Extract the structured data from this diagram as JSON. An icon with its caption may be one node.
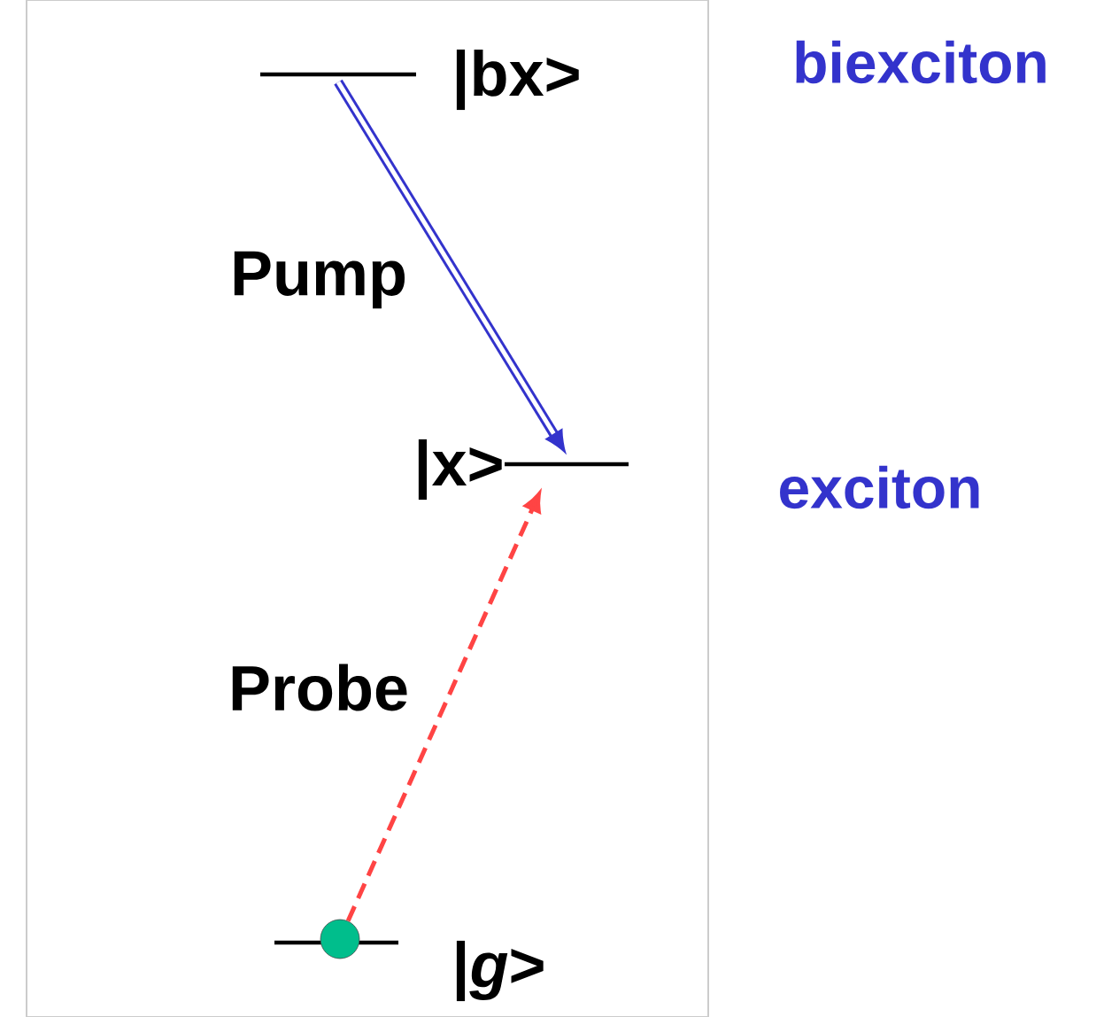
{
  "diagram": {
    "nodes": [
      {
        "text": [],
        "shape": "bar",
        "beside": [
          "|bx>"
        ]
      },
      {
        "text": [],
        "shape": "bar",
        "beside": [
          "|x>"
        ]
      },
      {
        "text": [],
        "shape": "bar",
        "beside": [
          "|*g*>"
        ]
      },
      {
        "text": [],
        "shape": "circle"
      }
    ],
    "edges": [
      {
        "from": 0,
        "to": 1,
        "arrow": "to",
        "label": "Pump",
        "style": "thick",
        "color": "#3333cc"
      },
      {
        "from": 3,
        "to": 1,
        "arrow": "to",
        "label": "Probe",
        "style": "dashed",
        "color": "#ff4444"
      }
    ],
    "labels": [
      "biexciton",
      "exciton"
    ]
  }
}
